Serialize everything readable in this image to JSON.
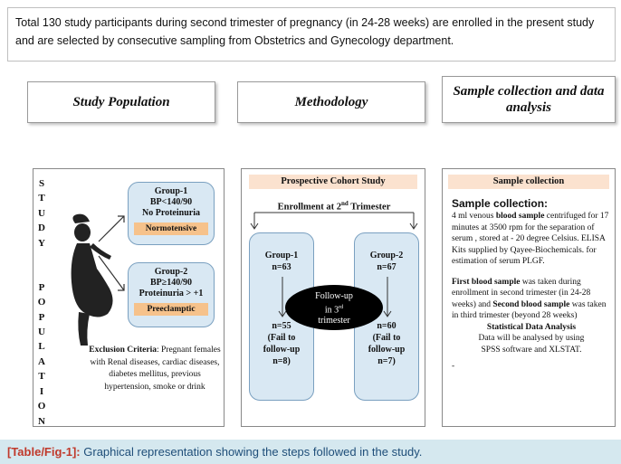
{
  "intro_text": "Total 130 study participants during second trimester of pregnancy (in 24-28 weeks) are enrolled in the present study and are selected by consecutive sampling from Obstetrics and Gynecology department.",
  "headers": {
    "study_population": "Study Population",
    "methodology": "Methodology",
    "sample_collection": "Sample collection and data analysis"
  },
  "panel1": {
    "vertical_letters": [
      "S",
      "T",
      "U",
      "D",
      "Y",
      "",
      "",
      "P",
      "O",
      "P",
      "U",
      "L",
      "A",
      "T",
      "I",
      "O",
      "N"
    ],
    "group1": {
      "title": "Group-1",
      "line1": "BP<140/90",
      "line2": "No Proteinuria",
      "tag": "Normotensive"
    },
    "group2": {
      "title": "Group-2",
      "line1": "BP≥140/90",
      "line2": "Proteinuria > +1",
      "tag": "Preeclamptic"
    },
    "exclusion_label": "Exclusion Criteria",
    "exclusion_text": ": Pregnant females with Renal diseases, cardiac diseases, diabetes mellitus, previous hypertension, smoke or drink"
  },
  "panel2": {
    "title": "Prospective Cohort Study",
    "enrollment_prefix": "Enrollment at 2",
    "enrollment_sup": "nd",
    "enrollment_suffix": " Trimester",
    "group1": {
      "title": "Group-1",
      "n": "n=63",
      "n_after": "n=55",
      "fail1": "(Fail to",
      "fail2": "follow-up",
      "fail3": "n=8)"
    },
    "group2": {
      "title": "Group-2",
      "n": "n=67",
      "n_after": "n=60",
      "fail1": "(Fail to",
      "fail2": "follow-up",
      "fail3": "n=7)"
    },
    "follow_up_line1": "Follow-up",
    "follow_up_in": "in 3",
    "follow_up_sup": "rd",
    "follow_up_line3": "trimester"
  },
  "panel3": {
    "title": "Sample collection",
    "heading": "Sample collection:",
    "p1_a": "4 ml venous ",
    "p1_b": "blood sample",
    "p1_c": " centrifuged for 17 minutes at 3500 rpm for the separation of serum , stored at - 20 degree Celsius. ELISA Kits supplied by Qayee-Biochemicals. for estimation of serum PLGF.",
    "p2_a": "First blood sample",
    "p2_b": " was taken during enrollment in second trimester (in 24-28 weeks) and ",
    "p2_c": "Second blood sample",
    "p2_d": " was taken in third trimester (beyond  28 weeks)",
    "stat_heading": "Statistical Data Analysis",
    "stat_line1": "Data will be  analysed by using",
    "stat_line2": "SPSS software  and XLSTAT.",
    "trailing": "-"
  },
  "caption": {
    "tag": "[Table/Fig-1]:",
    "text": " Graphical representation showing the steps followed in the study."
  },
  "colors": {
    "group_fill": "#d9e8f3",
    "tag_fill": "#f6c28b",
    "title_fill": "#fbe2cf",
    "caption_bg": "#d5e8ef"
  }
}
